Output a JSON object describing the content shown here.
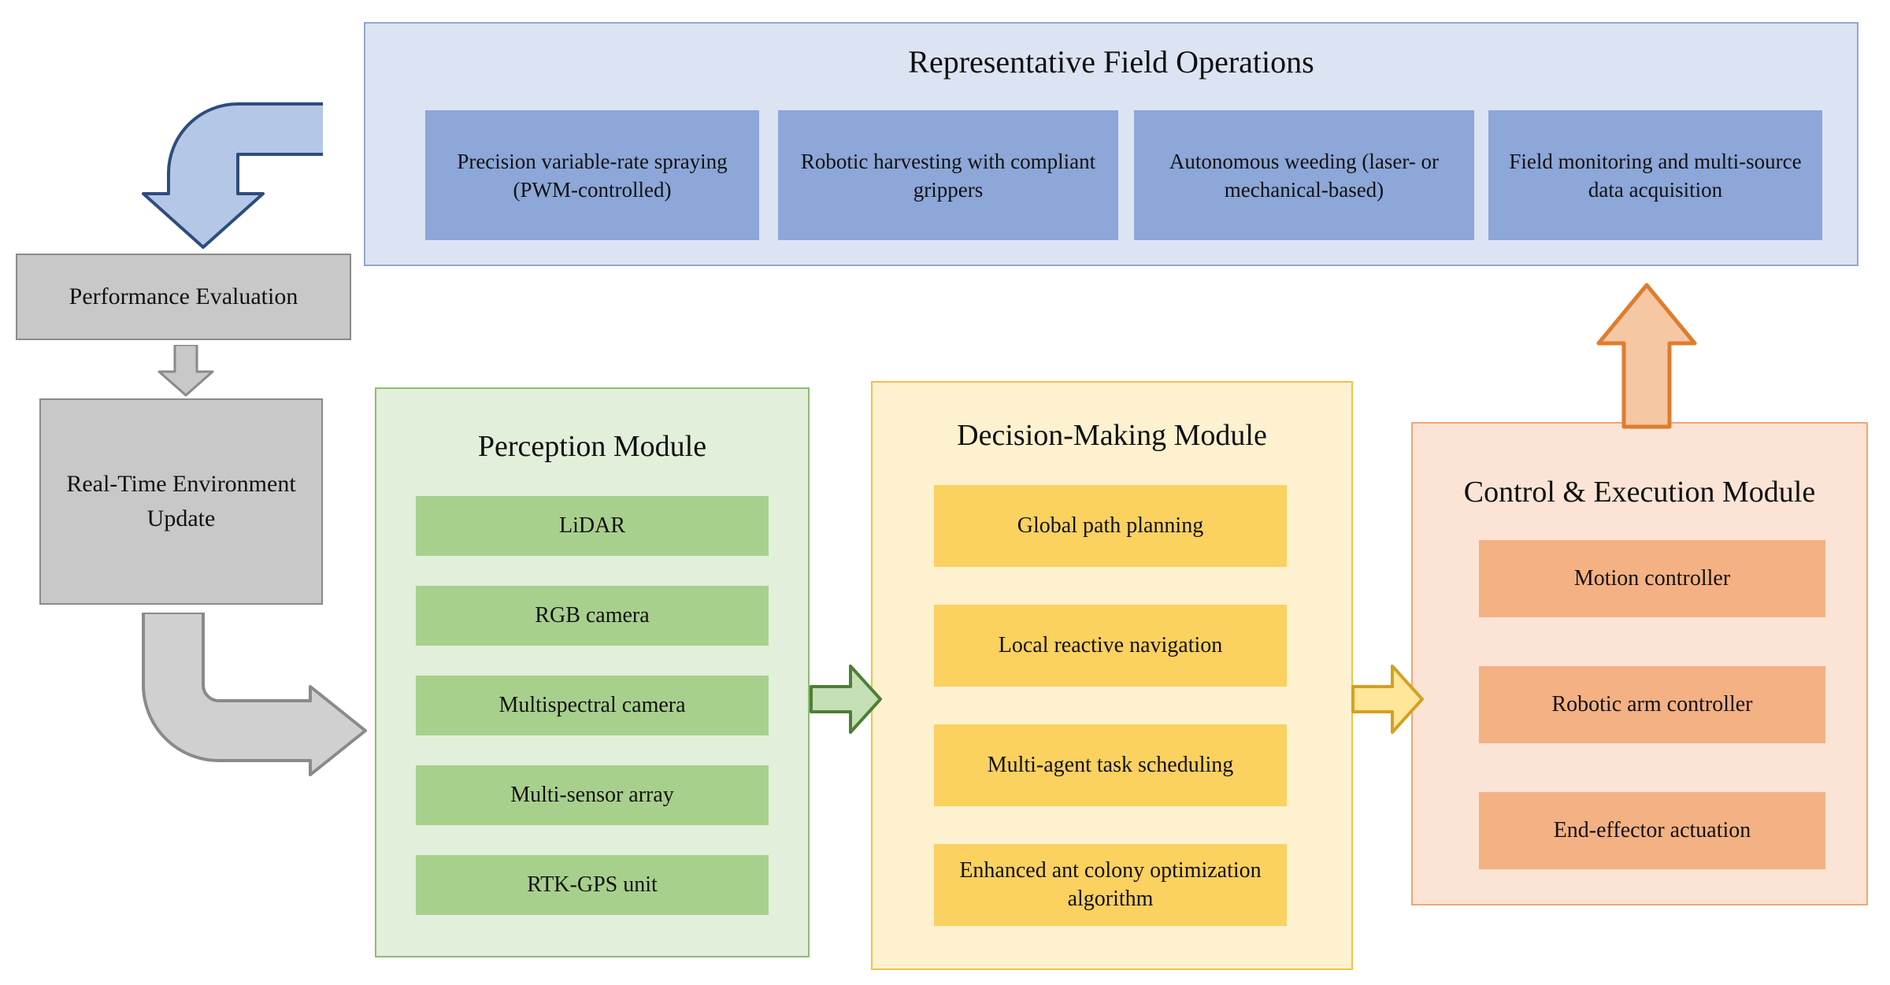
{
  "diagram": {
    "title_text": "Representative Field Operations",
    "operations_panel": {
      "title": "Representative Field Operations",
      "boxes": [
        "Precision variable-rate spraying (PWM-controlled)",
        "Robotic harvesting with compliant grippers",
        "Autonomous weeding (laser- or mechanical-based)",
        "Field monitoring and multi-source data acquisition"
      ],
      "fill": "#dce3f2",
      "border": "#8da9d6",
      "box_fill": "#8ca7d8"
    },
    "feedback": {
      "performance_evaluation": "Performance Evaluation",
      "real_time_environment_update": "Real-Time Environment Update",
      "fill": "#c8c8c8",
      "border": "#8a8a8a"
    },
    "modules": [
      {
        "id": "perception",
        "title": "Perception Module",
        "fill": "#e2efda",
        "border": "#8fba76",
        "item_fill": "#a8d08d",
        "items": [
          "LiDAR",
          "RGB camera",
          "Multispectral camera",
          "Multi-sensor array",
          "RTK-GPS unit"
        ]
      },
      {
        "id": "decision",
        "title": "Decision-Making Module",
        "fill": "#fdf1cf",
        "border": "#f5c144",
        "item_fill": "#fbd160",
        "items": [
          "Global path planning",
          "Local reactive navigation",
          "Multi-agent task scheduling",
          "Enhanced ant colony optimization algorithm"
        ]
      },
      {
        "id": "control",
        "title": "Control & Execution Module",
        "fill": "#fbe4d5",
        "border": "#f0a675",
        "item_fill": "#f4b183",
        "items": [
          "Motion controller",
          "Robotic arm controller",
          "End-effector actuation"
        ]
      }
    ],
    "arrows": [
      {
        "name": "feedback-curved-down-arrow",
        "color": "#b4c7e7",
        "stroke": "#2e4c7d",
        "direction": "down"
      },
      {
        "name": "performance-to-update-arrow",
        "color": "#c8c8c8",
        "stroke": "#8a8a8a",
        "direction": "down"
      },
      {
        "name": "update-to-perception-curved-arrow",
        "color": "#d0d0d0",
        "stroke": "#8a8a8a",
        "direction": "right"
      },
      {
        "name": "perception-to-decision-arrow",
        "color": "#c5e0b4",
        "stroke": "#4f7f36",
        "direction": "right"
      },
      {
        "name": "decision-to-control-arrow",
        "color": "#ffe699",
        "stroke": "#d5a021",
        "direction": "right"
      },
      {
        "name": "control-to-operations-arrow",
        "color": "#f6c7a3",
        "stroke": "#e07c2c",
        "direction": "up"
      }
    ]
  }
}
